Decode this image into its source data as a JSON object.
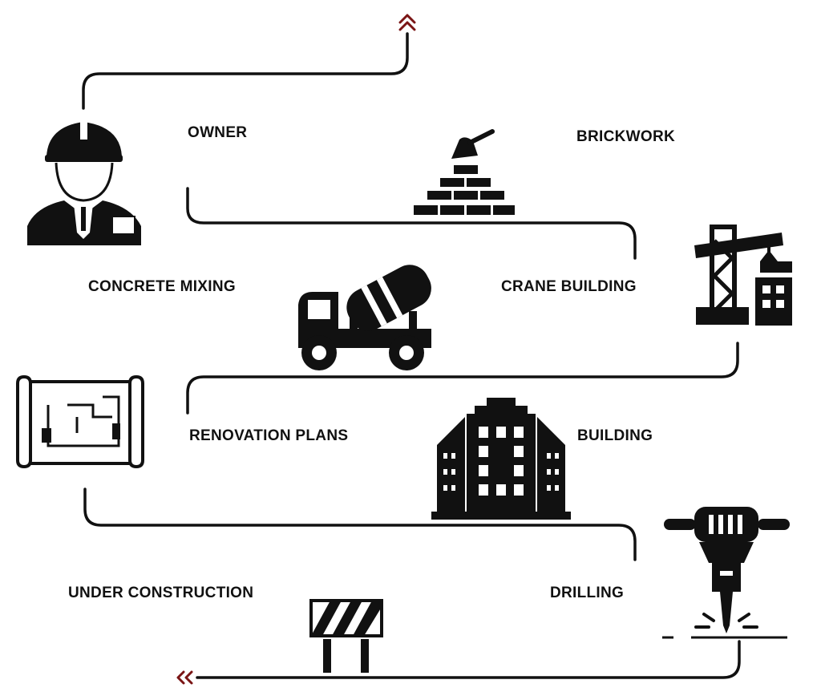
{
  "colors": {
    "ink": "#111111",
    "accent": "#7a1515",
    "background": "#ffffff"
  },
  "steps": [
    {
      "label": "OWNER",
      "icon": "construction-worker-icon"
    },
    {
      "label": "BRICKWORK",
      "icon": "brick-trowel-icon"
    },
    {
      "label": "CONCRETE MIXING",
      "icon": "concrete-mixer-truck-icon"
    },
    {
      "label": "CRANE BUILDING",
      "icon": "tower-crane-icon"
    },
    {
      "label": "RENOVATION PLANS",
      "icon": "blueprint-icon"
    },
    {
      "label": "BUILDING",
      "icon": "office-building-icon"
    },
    {
      "label": "UNDER CONSTRUCTION",
      "icon": "road-barrier-icon"
    },
    {
      "label": "DRILLING",
      "icon": "jackhammer-icon"
    }
  ],
  "arrows": {
    "start": "double-chevron-up-icon",
    "end": "double-chevron-left-icon"
  }
}
